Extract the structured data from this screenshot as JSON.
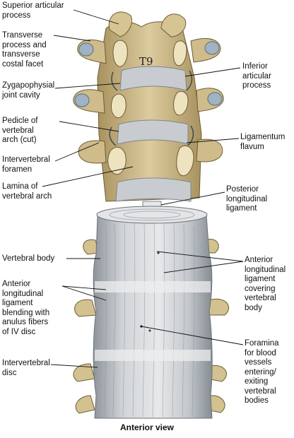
{
  "caption": "Anterior view",
  "vertebra_label": "T9",
  "labels_left": {
    "superior_articular": "Superior articular\nprocess",
    "transverse": "Transverse\nprocess and\ntransverse\ncostal facet",
    "zygapophysial": "Zygapophysial\njoint cavity",
    "pedicle": "Pedicle of\nvertebral\narch (cut)",
    "intervertebral_foramen": "Intervertebral\nforamen",
    "lamina": "Lamina of\nvertebral arch",
    "vertebral_body": "Vertebral body",
    "anterior_blending": "Anterior\nlongitudinal\nligament\nblending with\nanulus fibers\nof IV disc",
    "intervertebral_disc": "Intervertebral\ndisc"
  },
  "labels_right": {
    "inferior_articular": "Inferior\narticular\nprocess",
    "ligamentum_flavum": "Ligamentum\nflavum",
    "posterior_longitudinal": "Posterior\nlongitudinal\nligament",
    "anterior_covering": "Anterior\nlongitudinal\nligament\ncovering\nvertebral\nbody",
    "foramina": "Foramina\nfor blood\nvessels\nentering/\nexiting\nvertebral\nbodies"
  },
  "colors": {
    "bone": "#d8c79a",
    "bone_shade": "#b9a46f",
    "ligament": "#c9ccd0",
    "ligament_shade": "#9ea3a8",
    "cut_bone": "#e9dfb8"
  }
}
